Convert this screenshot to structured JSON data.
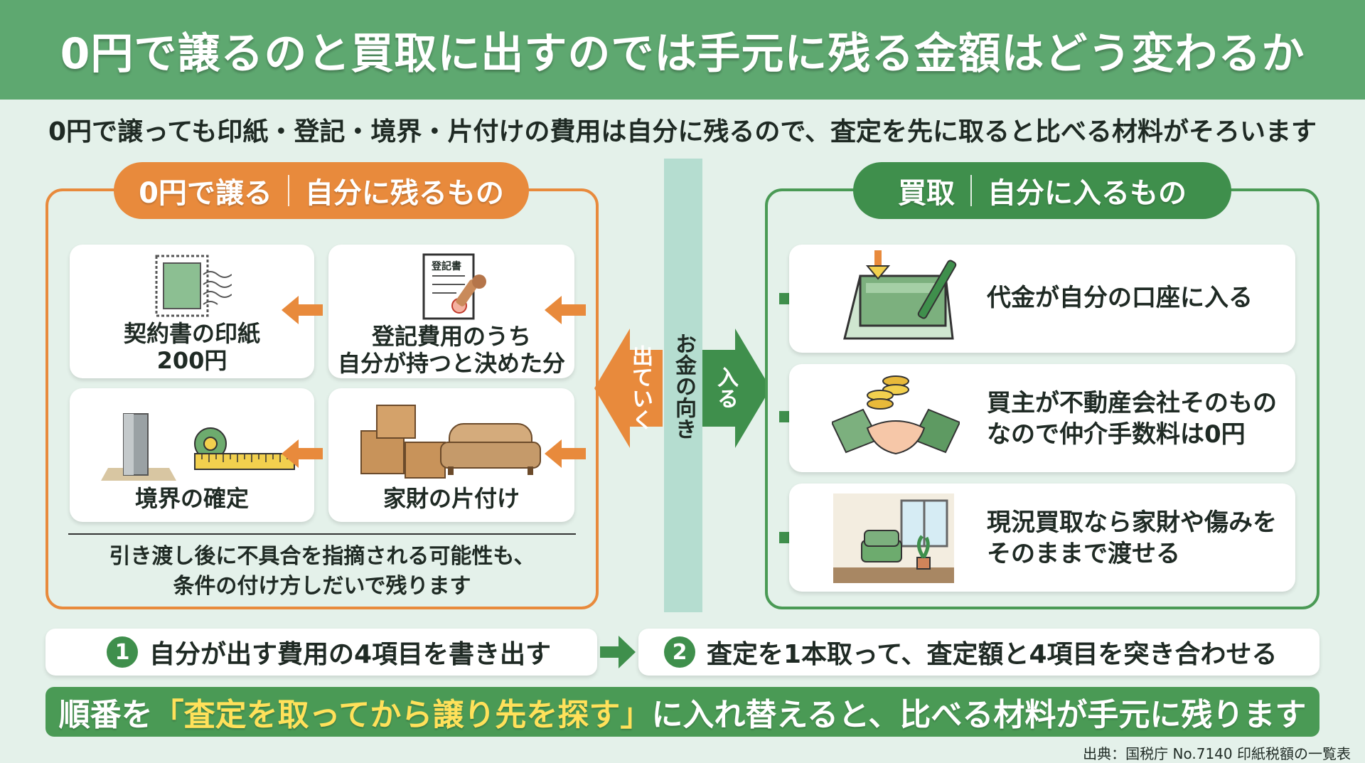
{
  "title": "0円で譲るのと買取に出すのでは手元に残る金額はどう変わるか",
  "subtitle": "0円で譲っても印紙・登記・境界・片付けの費用は自分に残るので、査定を先に取ると比べる材料がそろいます",
  "left_panel": {
    "tag_a": "0円で譲る",
    "tag_b": "自分に残るもの",
    "cards": [
      {
        "line1": "契約書の印紙",
        "line2": "200円"
      },
      {
        "line1": "登記費用のうち",
        "line2": "自分が持つと決めた分"
      },
      {
        "line1": "境界の確定",
        "line2": ""
      },
      {
        "line1": "家財の片付け",
        "line2": ""
      }
    ],
    "note_line1": "引き渡し後に不具合を指摘される可能性も、",
    "note_line2": "条件の付け方しだいで残ります",
    "stamp_label": "登記書"
  },
  "center": {
    "band_text": "お金の向き",
    "out_text": "出ていく",
    "in_text": "入る"
  },
  "right_panel": {
    "tag_a": "買取",
    "tag_b": "自分に入るもの",
    "cards": [
      {
        "line1": "代金が自分の口座に入る",
        "line2": ""
      },
      {
        "line1": "買主が不動産会社そのもの",
        "line2": "なので仲介手数料は0円"
      },
      {
        "line1": "現況買取なら家財や傷みを",
        "line2": "そのままで渡せる"
      }
    ]
  },
  "steps": [
    {
      "num": "1",
      "text": "自分が出す費用の4項目を書き出す"
    },
    {
      "num": "2",
      "text": "査定を1本取って、査定額と4項目を突き合わせる"
    }
  ],
  "bottom": {
    "pre": "順番を",
    "highlight": "「査定を取ってから譲り先を探す」",
    "post": "に入れ替えると、比べる材料が手元に残ります"
  },
  "source": "出典：国税庁 No.7140 印紙税額の一覧表",
  "colors": {
    "title_green": "#5ea870",
    "orange": "#e88a3c",
    "green": "#3f8f4c",
    "highlight": "#ffe15a"
  }
}
